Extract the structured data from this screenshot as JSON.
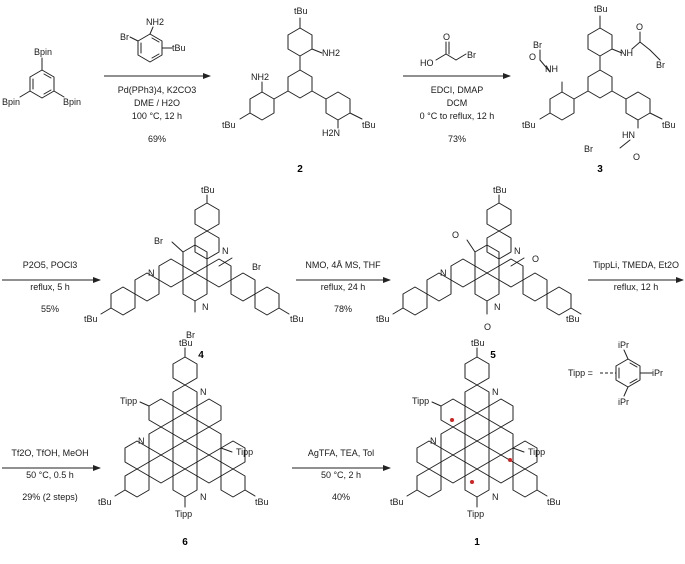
{
  "steps": [
    {
      "reagent": {
        "text": "Br",
        "sub": "",
        "nh2": "NH2",
        "tbu": "tBu"
      },
      "conditions": [
        "Pd(PPh3)4, K2CO3",
        "DME / H2O",
        "100 °C, 12 h"
      ],
      "yield": "69%"
    },
    {
      "reagent": {
        "ho": "HO",
        "br": "Br"
      },
      "conditions": [
        "EDCI, DMAP",
        "DCM",
        "0 °C to reflux, 12 h"
      ],
      "yield": "73%"
    },
    {
      "conditions": [
        "P2O5, POCl3",
        "reflux, 5 h"
      ],
      "yield": "55%"
    },
    {
      "conditions": [
        "NMO, 4Å MS, THF",
        "reflux, 24 h"
      ],
      "yield": "78%"
    },
    {
      "conditions": [
        "TippLi, TMEDA, Et2O",
        "reflux, 12 h"
      ],
      "yield": ""
    },
    {
      "conditions": [
        "Tf2O, TfOH, MeOH",
        "50 °C, 0.5 h"
      ],
      "yield": "29% (2 steps)"
    },
    {
      "conditions": [
        "AgTFA, TEA, Tol",
        "50 °C, 2 h"
      ],
      "yield": "40%"
    }
  ],
  "compounds": {
    "c2": "2",
    "c3": "3",
    "c4": "4",
    "c5": "5",
    "c6": "6",
    "c1": "1"
  },
  "atom_labels": {
    "bpin": "Bpin",
    "nh2": "NH2",
    "h2n": "H2N",
    "nh": "NH",
    "hn": "HN",
    "br": "Br",
    "n": "N",
    "o": "O",
    "tbu": "tBu",
    "tipp": "Tipp",
    "ipr": "iPr"
  },
  "tipp_def": "Tipp ="
}
